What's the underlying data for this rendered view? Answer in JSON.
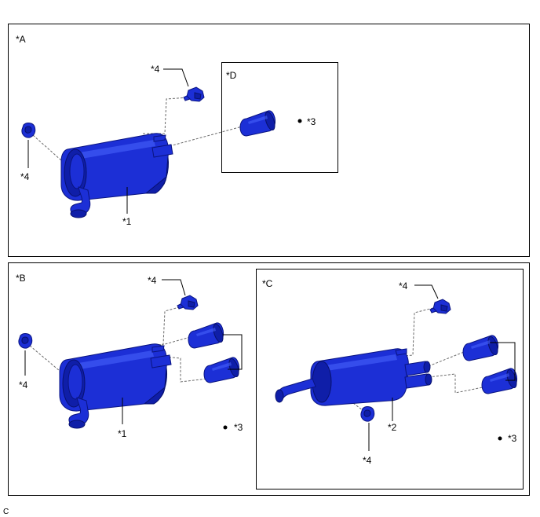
{
  "panels": {
    "a": {
      "title": "*A",
      "inner_title": "*D",
      "labels": {
        "hanger_top": "*4",
        "hanger_left": "*4",
        "muffler": "*1",
        "tip": "*3"
      }
    },
    "b": {
      "title": "*B",
      "labels": {
        "hanger_top": "*4",
        "hanger_left": "*4",
        "muffler": "*1",
        "tips": "*3"
      }
    },
    "c": {
      "title": "*C",
      "labels": {
        "hanger_top": "*4",
        "hanger_bottom": "*4",
        "muffler": "*2",
        "tips": "*3"
      }
    }
  },
  "figure_code": "C"
}
